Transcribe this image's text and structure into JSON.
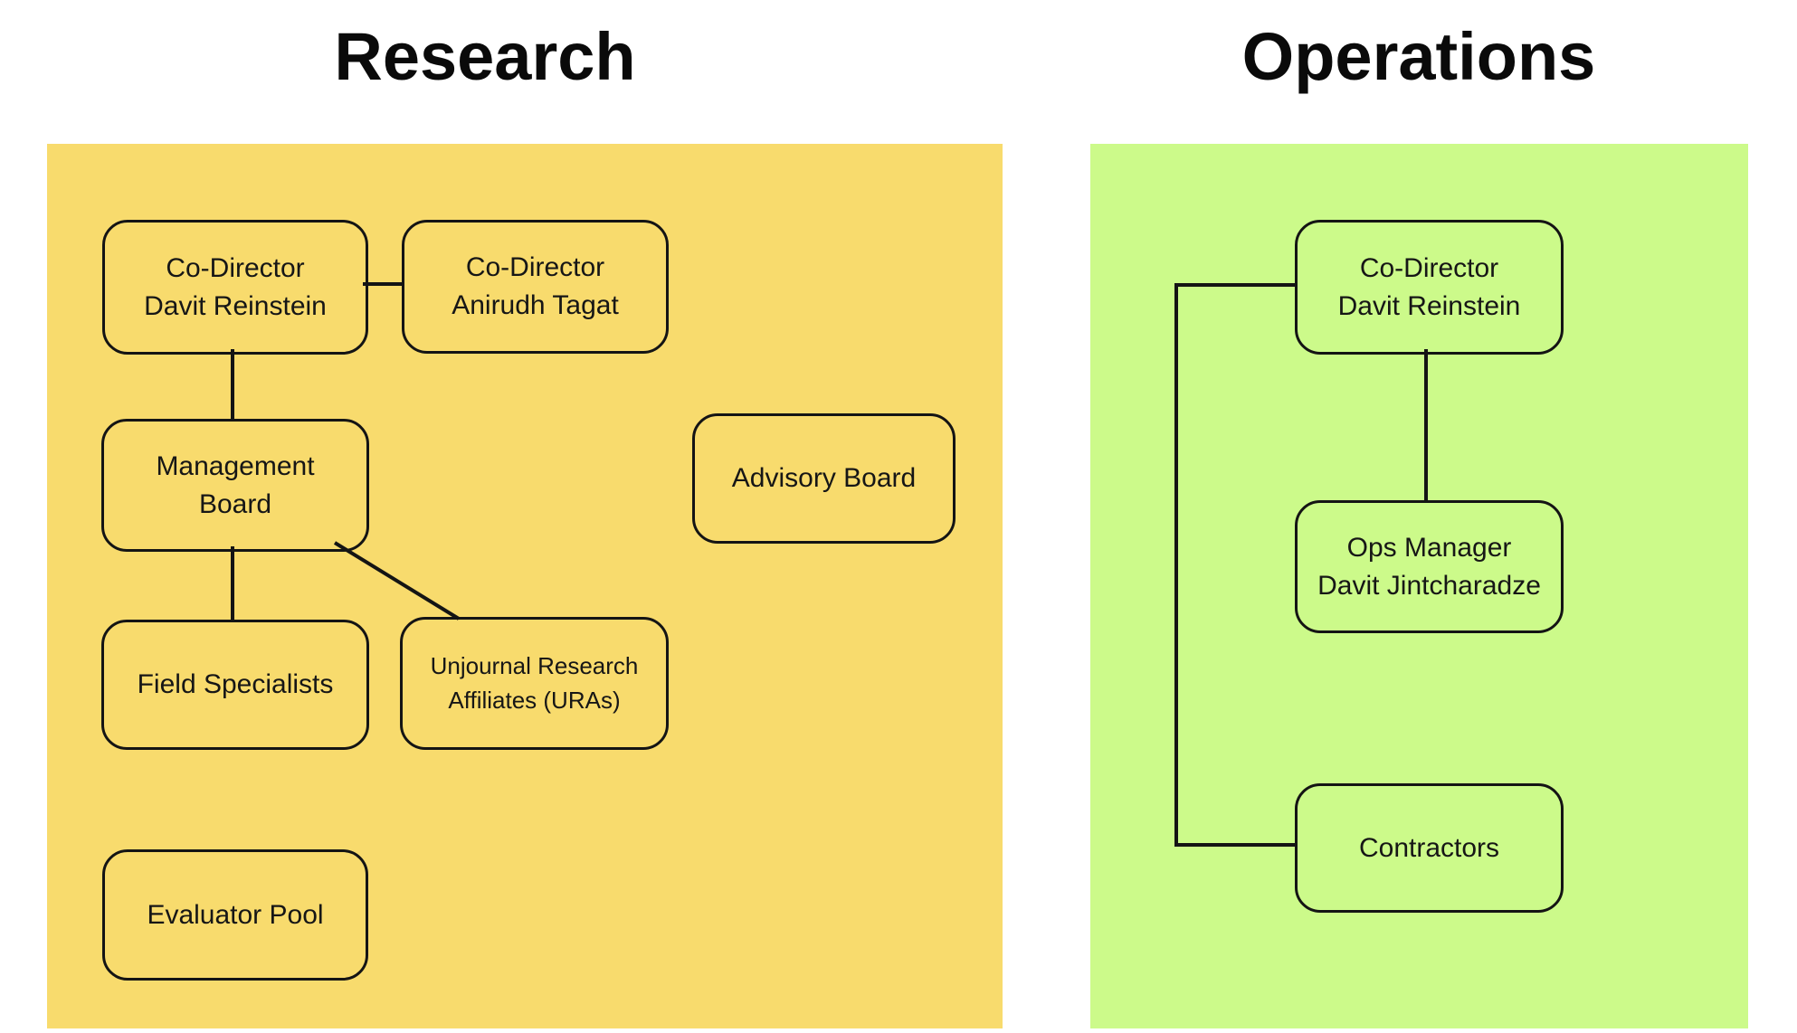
{
  "colors": {
    "background": "#FFFFFF",
    "research_panel": "#F8DB6D",
    "operations_panel": "#CCFA8A",
    "line": "#141414",
    "text": "#161616",
    "title": "#0A0A0A"
  },
  "research": {
    "title": "Research",
    "nodes": {
      "codirector_davit": {
        "line1": "Co-Director",
        "line2": "Davit Reinstein"
      },
      "codirector_anirudh": {
        "line1": "Co-Director",
        "line2": "Anirudh Tagat"
      },
      "management_board": {
        "line1": "Management",
        "line2": "Board"
      },
      "advisory_board": {
        "line1": "Advisory Board"
      },
      "field_specialists": {
        "line1": "Field Specialists"
      },
      "uras": {
        "line1": "Unjournal Research",
        "line2": "Affiliates (URAs)"
      },
      "evaluator_pool": {
        "line1": "Evaluator Pool"
      }
    }
  },
  "operations": {
    "title": "Operations",
    "nodes": {
      "codirector_davit": {
        "line1": "Co-Director",
        "line2": "Davit Reinstein"
      },
      "ops_manager": {
        "line1": "Ops Manager",
        "line2": "Davit Jintcharadze"
      },
      "contractors": {
        "line1": "Contractors"
      }
    }
  }
}
